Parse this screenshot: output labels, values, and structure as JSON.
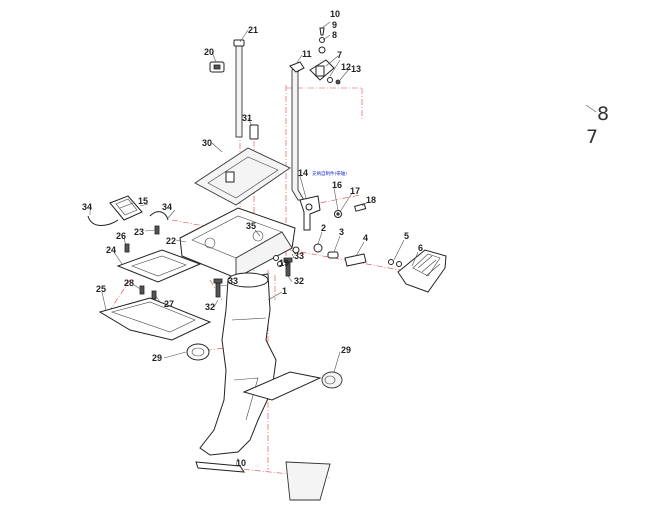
{
  "diagram": {
    "callouts": {
      "p1": "1",
      "p2": "2",
      "p3": "3",
      "p4": "4",
      "p5": "5",
      "p6": "6",
      "p7": "7",
      "p8": "8",
      "p9": "9",
      "p10a": "10",
      "p10b": "10",
      "p11": "11",
      "p12": "12",
      "p13": "13",
      "p14": "14",
      "p15": "15",
      "p16": "16",
      "p17": "17",
      "p18": "18",
      "p19": "19",
      "p20": "20",
      "p21": "21",
      "p22": "22",
      "p23": "23",
      "p24": "24",
      "p25": "25",
      "p26": "26",
      "p27": "27",
      "p28": "28",
      "p29a": "29",
      "p29b": "29",
      "p30": "30",
      "p31": "31",
      "p32a": "32",
      "p32b": "32",
      "p33a": "33",
      "p33b": "33",
      "p34a": "34",
      "p34b": "34",
      "p35": "35"
    },
    "side_labels": {
      "upper": "8",
      "lower": "7"
    },
    "note": "支柄自制件(帶轴)"
  }
}
